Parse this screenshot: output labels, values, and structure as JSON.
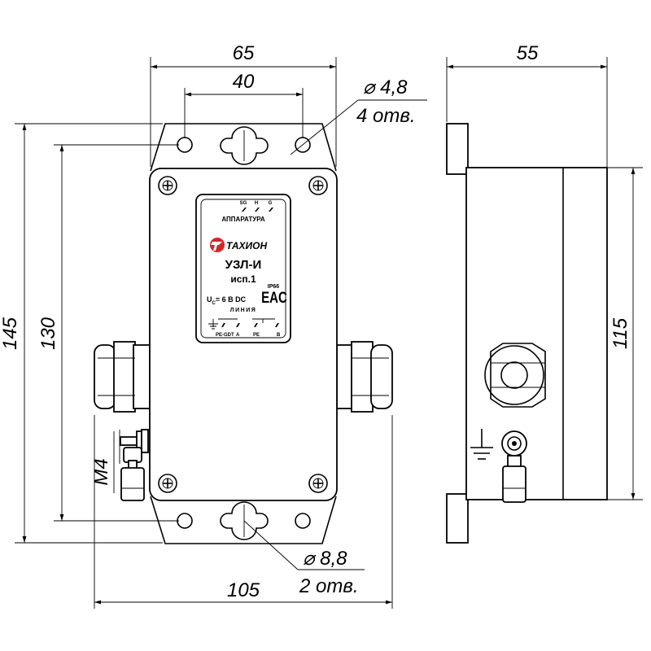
{
  "dimensions": {
    "top_width": "65",
    "mount_hole_spacing": "40",
    "small_hole_dia": "⌀ 4,8",
    "small_hole_count": "4 отв.",
    "total_height": "145",
    "mount_height": "130",
    "bottom_width": "105",
    "large_hole_dia": "⌀ 8,8",
    "large_hole_count": "2 отв.",
    "side_depth": "55",
    "side_height": "115",
    "ground_stud": "M4"
  },
  "label_plate": {
    "indicators": [
      "SG",
      "H",
      "G"
    ],
    "equipment_label": "АППАРАТУРА",
    "brand": "ТАХИОН",
    "model": "УЗЛ-И",
    "version": "исп.1",
    "voltage": "U",
    "voltage_sub": "C",
    "voltage_value": "= 6 В DC",
    "protection": "IP66",
    "certification": "EAC",
    "line_label": "ЛИНИЯ",
    "terminals": [
      "PE-GDT",
      "A",
      "PE",
      "B"
    ]
  },
  "colors": {
    "brand_red": "#d6262b",
    "line": "#000000"
  },
  "icons": [
    "ground-symbol-icon",
    "screw-icon"
  ]
}
